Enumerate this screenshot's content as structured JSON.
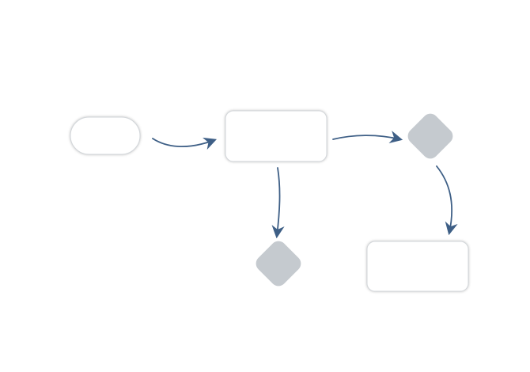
{
  "diagram": {
    "type": "flowchart",
    "nodes": [
      {
        "id": "start",
        "shape": "terminator",
        "label": ""
      },
      {
        "id": "process-1",
        "shape": "process",
        "label": ""
      },
      {
        "id": "decision-1",
        "shape": "decision",
        "label": ""
      },
      {
        "id": "decision-2",
        "shape": "decision",
        "label": ""
      },
      {
        "id": "process-2",
        "shape": "process",
        "label": ""
      }
    ],
    "edges": [
      {
        "from": "start",
        "to": "process-1"
      },
      {
        "from": "process-1",
        "to": "decision-1"
      },
      {
        "from": "process-1",
        "to": "decision-2"
      },
      {
        "from": "decision-1",
        "to": "process-2"
      }
    ],
    "colors": {
      "edge": "#3e5f86",
      "decision_fill": "#c5cacf",
      "node_fill": "#ffffff",
      "node_stroke": "#d2d6da"
    }
  }
}
